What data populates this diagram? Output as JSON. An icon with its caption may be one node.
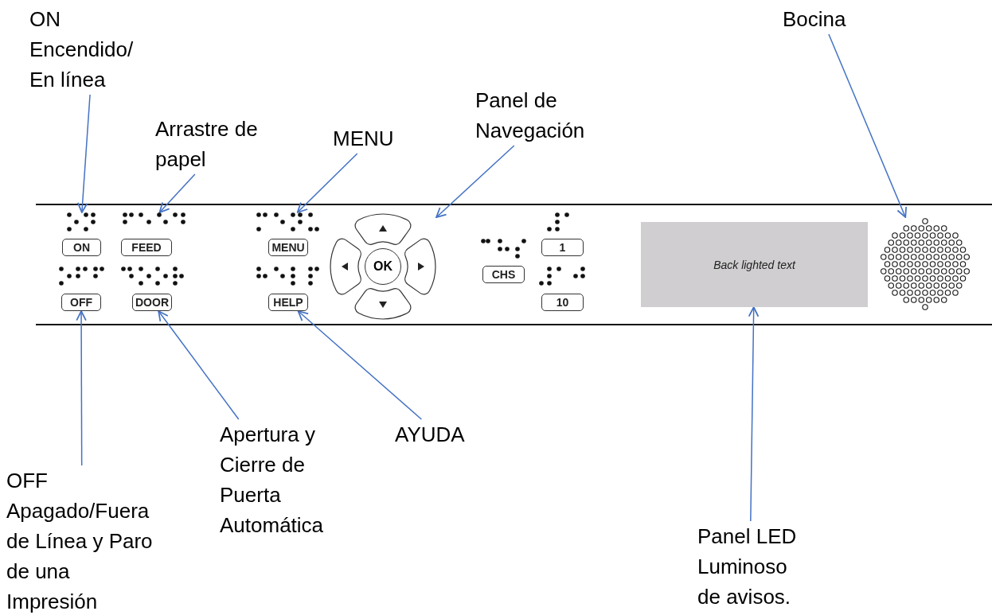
{
  "diagram": {
    "nodes": [
      {
        "text": [
          "ON Encendido/ En línea"
        ]
      },
      {
        "text": [
          "Bocina"
        ]
      },
      {
        "text": [
          "Panel de Navegación"
        ]
      },
      {
        "text": [
          "Arrastre de papel"
        ]
      },
      {
        "text": [
          "MENU"
        ]
      },
      {
        "text": [],
        "shape": "picture"
      },
      {
        "text": [],
        "shape": "picture"
      },
      {
        "text": [],
        "shape": "picture"
      },
      {
        "text": [
          "ON"
        ]
      },
      {
        "text": [
          "FEED"
        ]
      },
      {
        "text": [
          "MENU"
        ]
      },
      {
        "text": [],
        "shape": "circle"
      },
      {
        "text": [
          "OK"
        ],
        "in": 11
      },
      {
        "text": [
          "CHS"
        ]
      },
      {
        "text": [
          "1"
        ]
      },
      {
        "text": [
          "10"
        ]
      },
      {
        "text": [
          "Back lighted text"
        ]
      },
      {
        "text": [],
        "shape": "picture"
      },
      {
        "text": [
          "OFF"
        ]
      },
      {
        "text": [
          "DOOR"
        ]
      },
      {
        "text": [
          "HELP"
        ]
      },
      {
        "text": [
          "Apertura y Cierre de Puerta Automática"
        ]
      },
      {
        "text": [
          "AYUDA"
        ]
      },
      {
        "text": [
          "OFF Apagado/Fuera de Línea y Paro de una Impresión"
        ]
      },
      {
        "text": [
          "Panel LED Luminoso de avisos."
        ]
      }
    ],
    "edges": [
      {
        "from": 0,
        "to": 5,
        "arrow": "to"
      },
      {
        "from": 3,
        "to": 6,
        "arrow": "to"
      },
      {
        "from": 4,
        "to": 7,
        "arrow": "to"
      },
      {
        "from": 2,
        "to": 11,
        "arrow": "to"
      },
      {
        "from": 1,
        "to": 17,
        "arrow": "to"
      },
      {
        "from": 23,
        "to": 18,
        "arrow": "to"
      },
      {
        "from": 21,
        "to": 19,
        "arrow": "to"
      },
      {
        "from": 22,
        "to": 20,
        "arrow": "to"
      },
      {
        "from": 24,
        "to": 16,
        "arrow": "to"
      }
    ]
  }
}
